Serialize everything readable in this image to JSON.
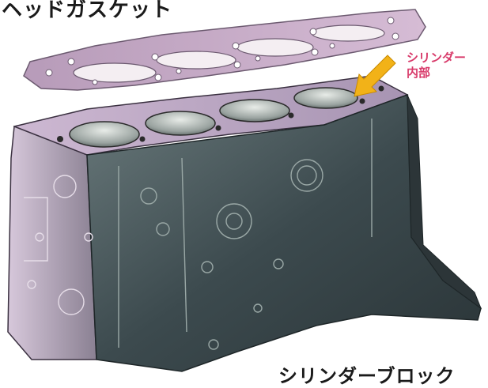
{
  "labels": {
    "head_gasket": "ヘッドガスケット",
    "cylinder_interior_line1": "シリンダー",
    "cylinder_interior_line2": "内部",
    "cylinder_block": "シリンダーブロック"
  },
  "colors": {
    "gasket": "#c9a9c9",
    "block_top": "#b8a0c2",
    "block_front": "#3d4a4e",
    "block_side": "#5d6a70",
    "bore": "#c8ccc8",
    "arrow": "#f2b218",
    "callout_text": "#d83a6a"
  },
  "icons": [
    "callout-arrow-icon"
  ]
}
